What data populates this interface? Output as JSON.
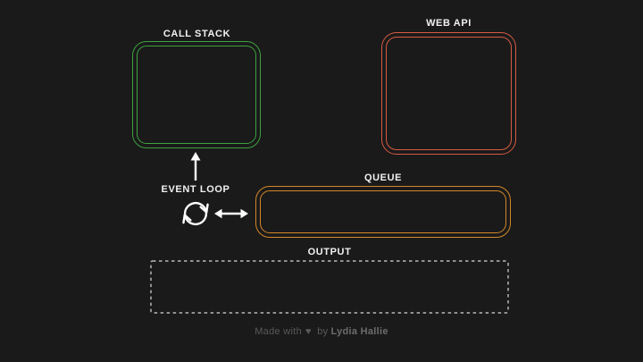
{
  "canvas": {
    "background": "#1a1a1a",
    "label_color": "#f1f1f1"
  },
  "nodes": {
    "call_stack": {
      "label": "CALL STACK",
      "accent_color": "#3da23f"
    },
    "web_api": {
      "label": "WEB API",
      "accent_color": "#d75b44"
    },
    "event_loop": {
      "label": "EVENT LOOP",
      "icon": "sync-loop-icon",
      "icon_color": "#ffffff"
    },
    "queue": {
      "label": "QUEUE",
      "accent_color": "#d4872a"
    },
    "output": {
      "label": "OUTPUT",
      "accent_color": "#a3a3a3",
      "border_style": "dashed"
    }
  },
  "arrows": {
    "color": "#ffffff",
    "up_arrow": "event-loop-to-call-stack",
    "double_arrow": "event-loop-to-queue"
  },
  "footer": {
    "prefix": "Made with",
    "heart": "♥",
    "connector": "by",
    "author": "Lydia Hallie",
    "text_color": "#59595b",
    "author_color": "#6c6c6e"
  }
}
